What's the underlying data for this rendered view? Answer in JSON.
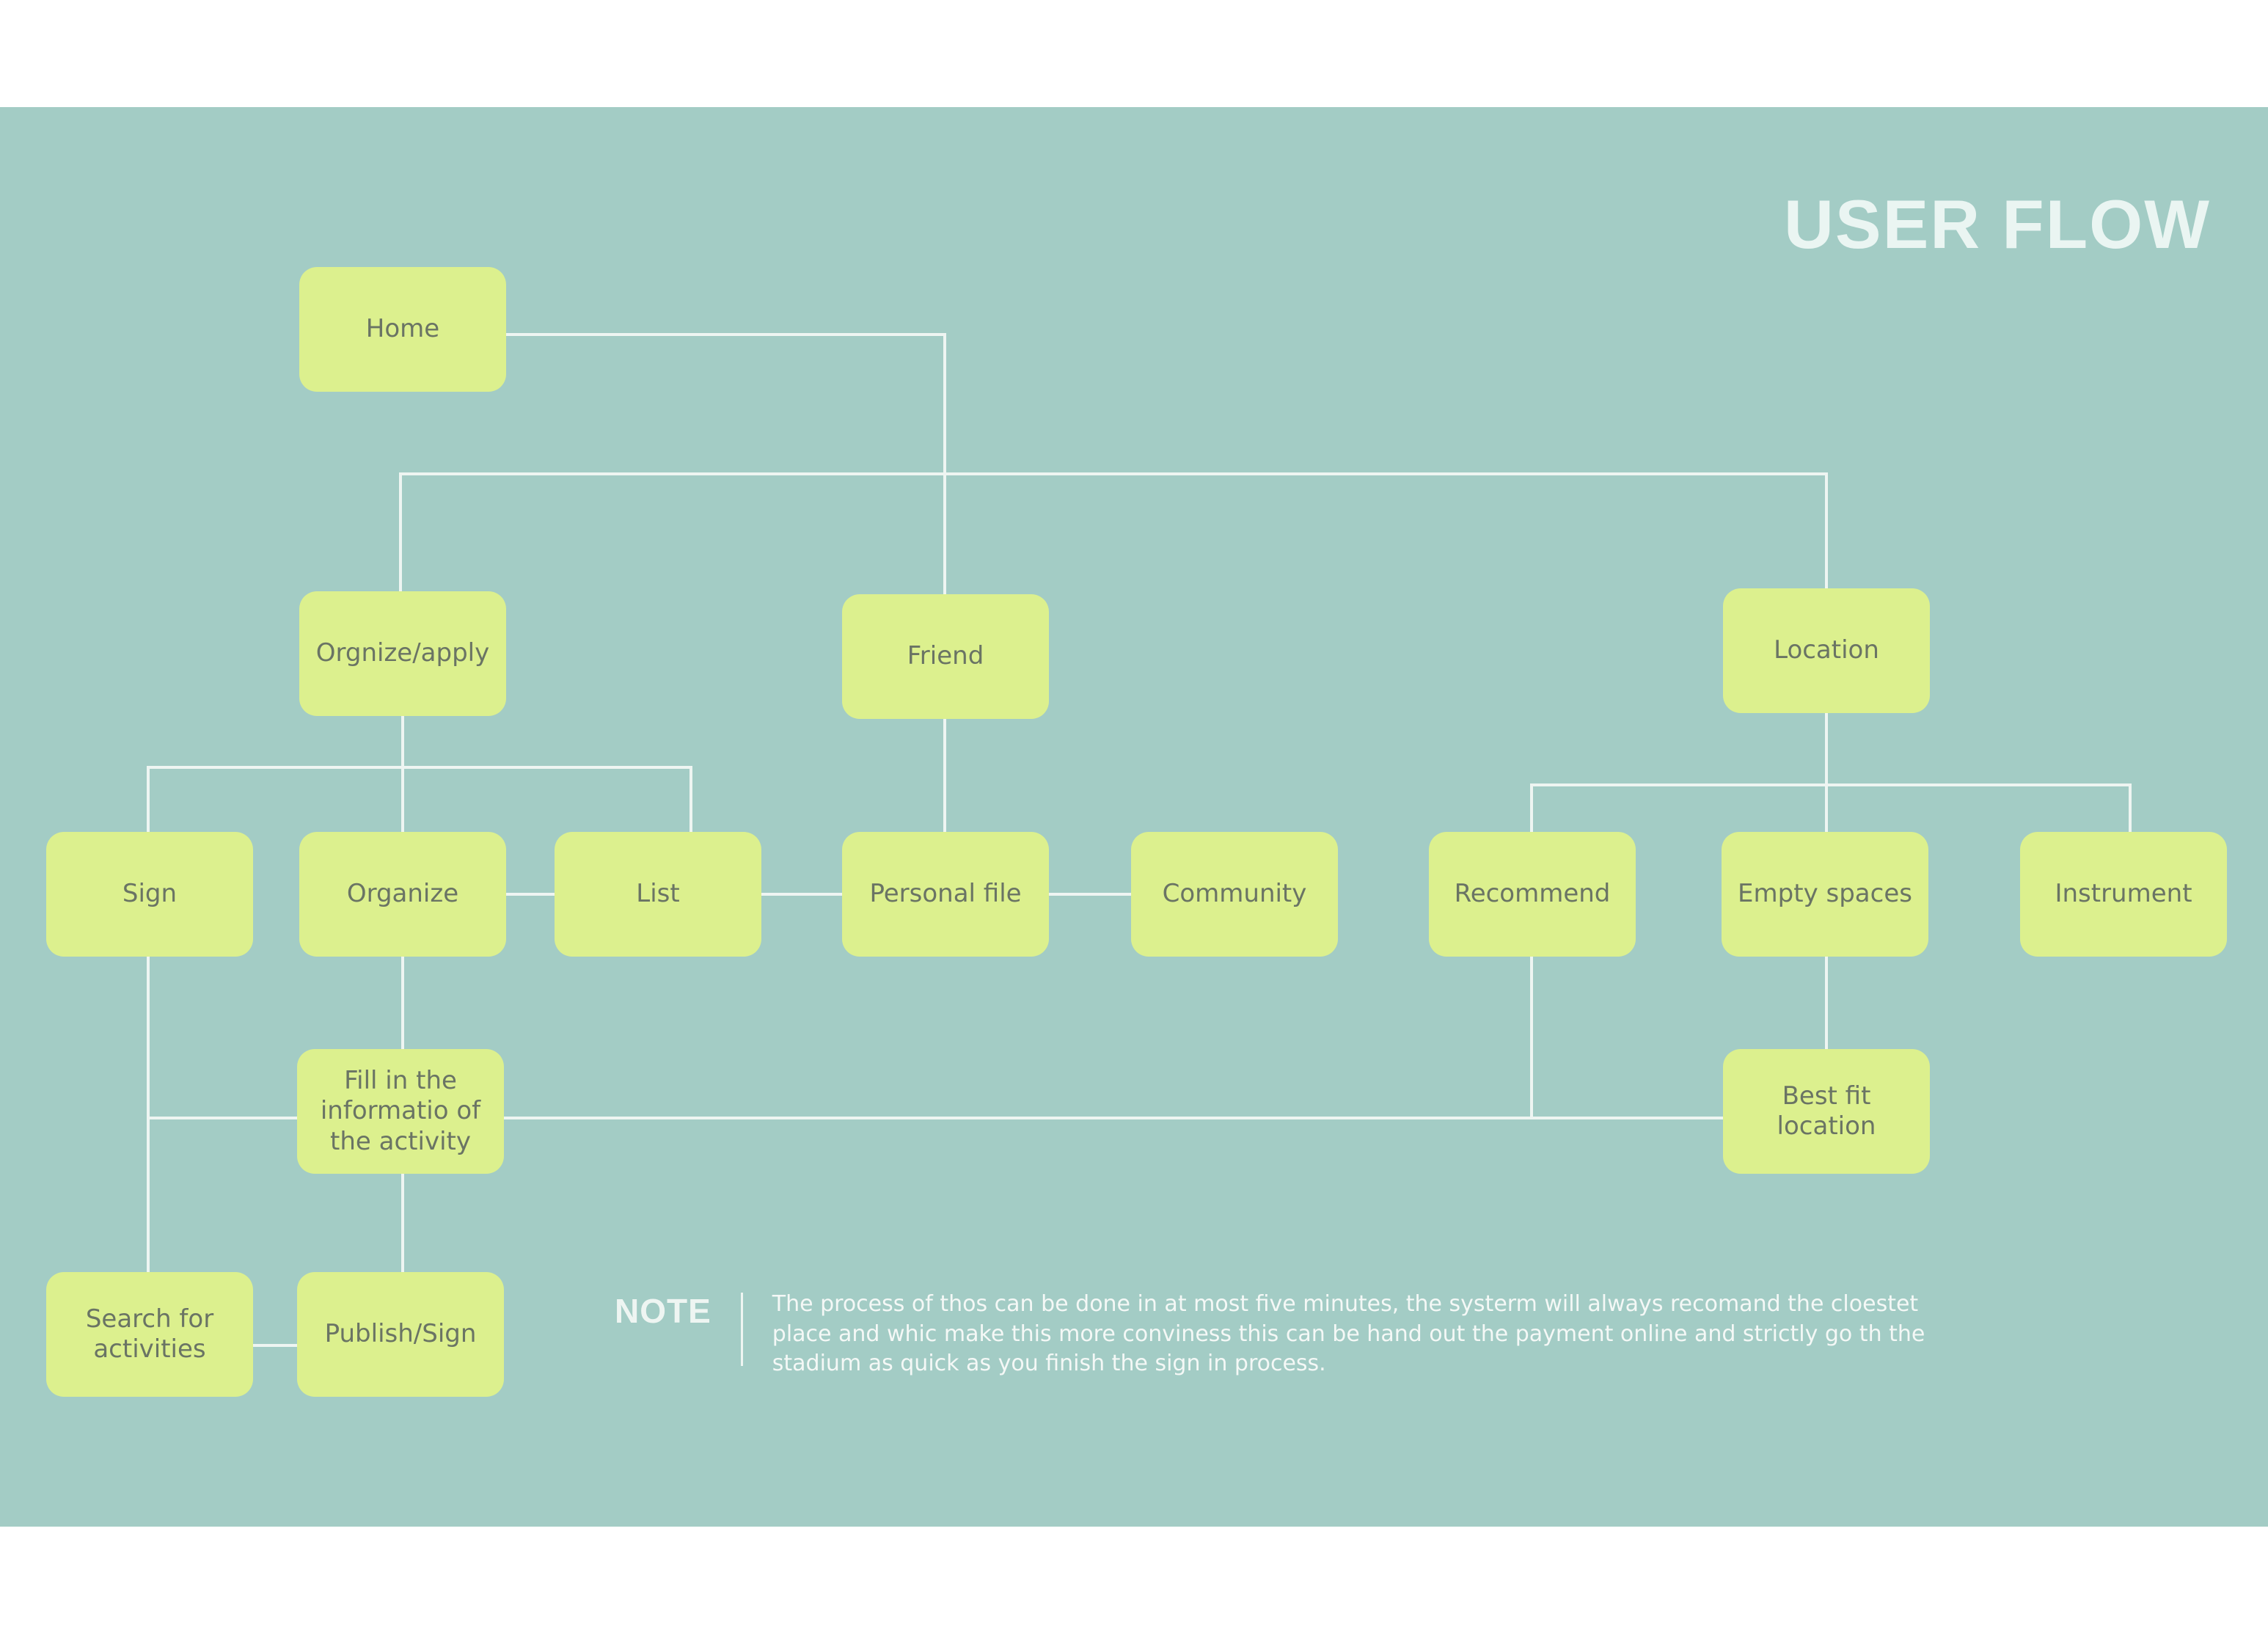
{
  "title": "USER FLOW",
  "nodes": {
    "home": "Home",
    "organize_apply": "Orgnize/apply",
    "friend": "Friend",
    "location": "Location",
    "sign": "Sign",
    "organize": "Organize",
    "list": "List",
    "personal_file": "Personal file",
    "community": "Community",
    "recommend": "Recommend",
    "empty_spaces": "Empty spaces",
    "instrument": "Instrument",
    "fill_info": "Fill in the informatio of the activity",
    "best_fit": "Best fit location",
    "search": "Search for activities",
    "publish": "Publish/Sign"
  },
  "note": {
    "label": "NOTE",
    "text": "The process of thos can be done in at most five minutes, the systerm will always recomand the cloestet place and whic make this more conviness this can be hand out the payment online and strictly go th the stadium as quick as you finish the sign in process."
  },
  "colors": {
    "background": "#a3ccc5",
    "node": "#dcf08e",
    "node_text": "#6a7464",
    "line": "#eef5f2"
  }
}
